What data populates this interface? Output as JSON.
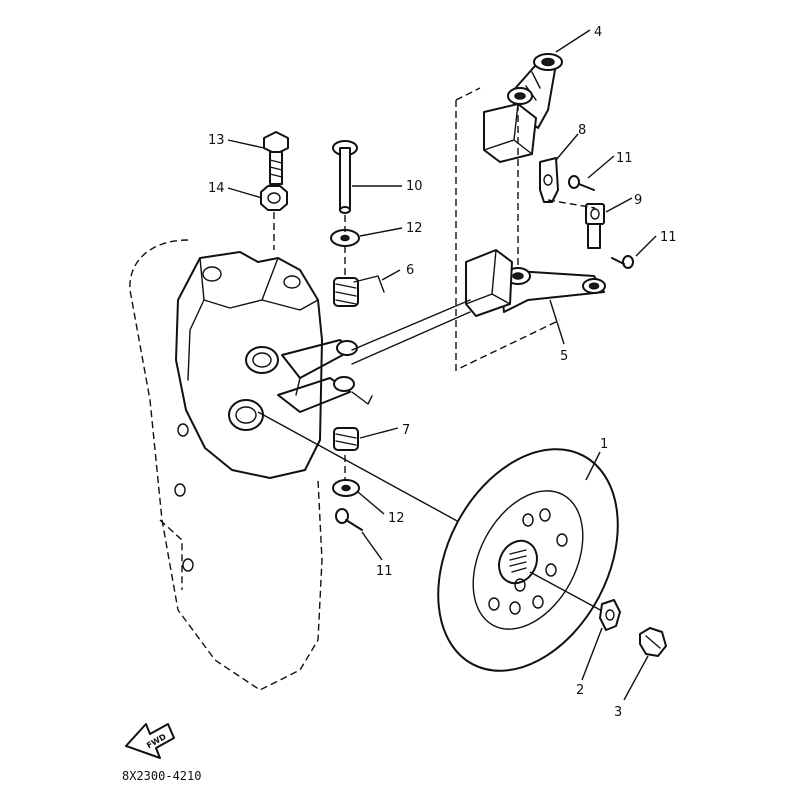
{
  "diagram": {
    "labels": {
      "p1": "1",
      "p2": "2",
      "p3": "3",
      "p4": "4",
      "p5": "5",
      "p6": "6",
      "p7": "7",
      "p8": "8",
      "p9": "9",
      "p10": "10",
      "p11a": "11",
      "p11b": "11",
      "p11c": "11",
      "p12a": "12",
      "p12b": "12",
      "p13": "13",
      "p14": "14"
    },
    "fwd_text": "FWD",
    "code": "8X2300-4210"
  }
}
